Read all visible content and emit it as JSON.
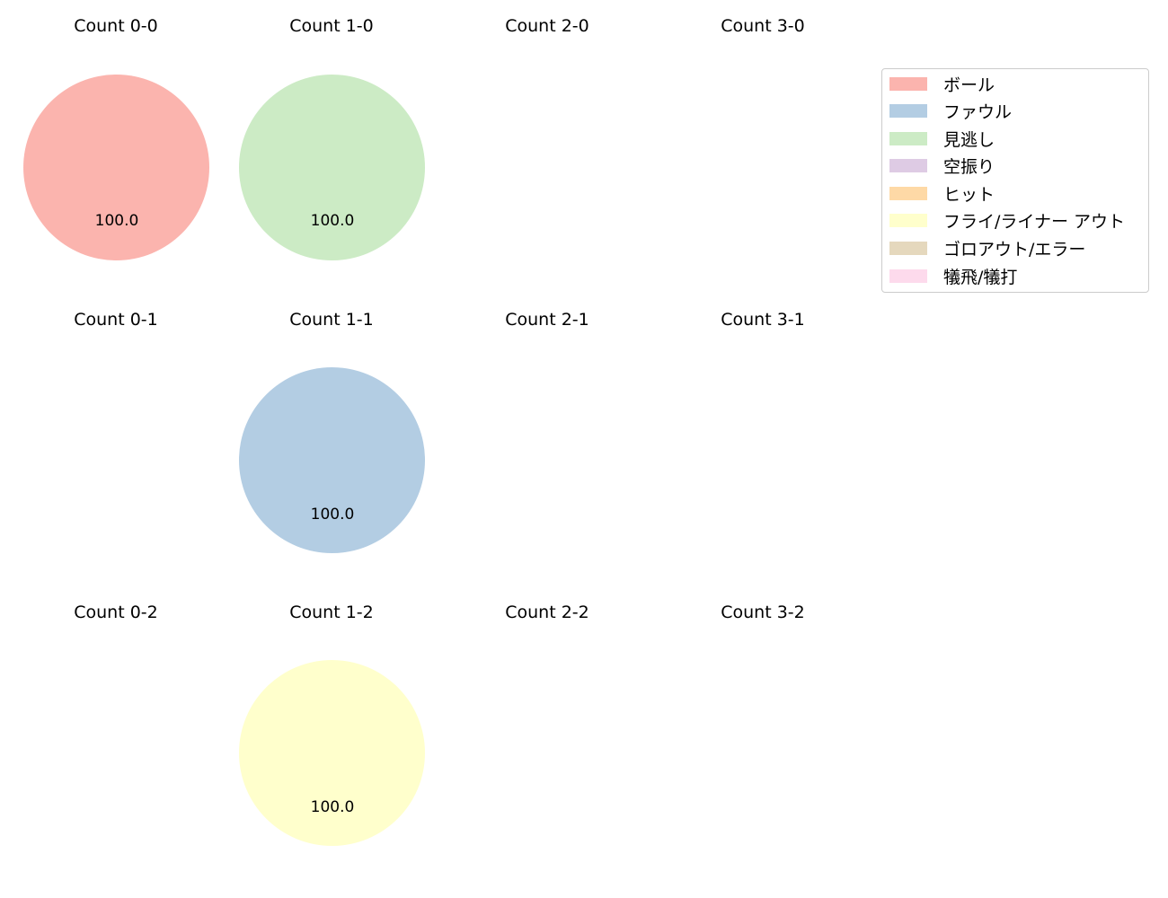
{
  "chart_data": {
    "type": "pie",
    "layout": "grid 3 rows x 4 cols of pie charts",
    "legend": {
      "position": "upper right",
      "entries": [
        {
          "label": "ボール",
          "color": "#fbb4ae"
        },
        {
          "label": "ファウル",
          "color": "#b3cde3"
        },
        {
          "label": "見逃し",
          "color": "#ccebc5"
        },
        {
          "label": "空振り",
          "color": "#decbe4"
        },
        {
          "label": "ヒット",
          "color": "#fed9a6"
        },
        {
          "label": "フライ/ライナー アウト",
          "color": "#ffffcc"
        },
        {
          "label": "ゴロアウト/エラー",
          "color": "#e5d8bd"
        },
        {
          "label": "犠飛/犠打",
          "color": "#fddaec"
        }
      ]
    },
    "subplots": [
      {
        "title": "Count 0-0",
        "slices": [
          {
            "label": "ボール",
            "value": 100.0
          }
        ],
        "label_text": "100.0"
      },
      {
        "title": "Count 1-0",
        "slices": [
          {
            "label": "見逃し",
            "value": 100.0
          }
        ],
        "label_text": "100.0"
      },
      {
        "title": "Count 2-0",
        "slices": []
      },
      {
        "title": "Count 3-0",
        "slices": []
      },
      {
        "title": "Count 0-1",
        "slices": []
      },
      {
        "title": "Count 1-1",
        "slices": [
          {
            "label": "ファウル",
            "value": 100.0
          }
        ],
        "label_text": "100.0"
      },
      {
        "title": "Count 2-1",
        "slices": []
      },
      {
        "title": "Count 3-1",
        "slices": []
      },
      {
        "title": "Count 0-2",
        "slices": []
      },
      {
        "title": "Count 1-2",
        "slices": [
          {
            "label": "フライ/ライナー アウト",
            "value": 100.0
          }
        ],
        "label_text": "100.0"
      },
      {
        "title": "Count 2-2",
        "slices": []
      },
      {
        "title": "Count 3-2",
        "slices": []
      }
    ]
  }
}
